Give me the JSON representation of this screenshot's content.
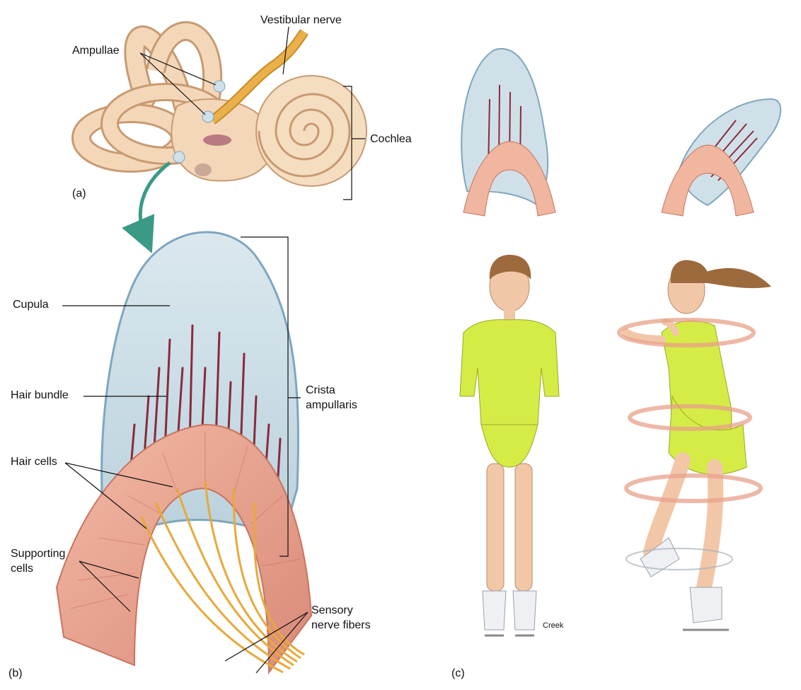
{
  "panels": {
    "a": "(a)",
    "b": "(b)",
    "c": "(c)"
  },
  "labels": {
    "vestibular_nerve": "Vestibular nerve",
    "ampullae": "Ampullae",
    "cochlea": "Cochlea",
    "cupula": "Cupula",
    "hair_bundle": "Hair bundle",
    "crista_line1": "Crista",
    "crista_line2": "ampullaris",
    "hair_cells": "Hair cells",
    "supporting_line1": "Supporting",
    "supporting_line2": "cells",
    "sensory_line1": "Sensory",
    "sensory_line2": "nerve fibers"
  },
  "credit": "Creek",
  "colors": {
    "cupula_fill": "#c9dde6",
    "cupula_edge": "#7fa6bf",
    "bone": "#f3d7b8",
    "bone_edge": "#c89a72",
    "nerve": "#e8a93a",
    "tissue": "#e7a08a",
    "hair": "#8a2a3a",
    "dress": "#d6ec46",
    "skin": "#f1c7a8",
    "arrow": "#3a9a86"
  }
}
